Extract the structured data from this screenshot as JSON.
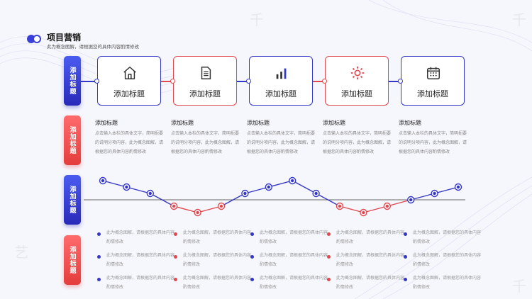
{
  "header": {
    "title": "项目营销",
    "subtitle": "此为概念图解，请根据您的具体内容酌情修改"
  },
  "row_tags": [
    "添加标题",
    "添加标题",
    "添加标题",
    "添加标题"
  ],
  "cards": [
    {
      "label": "添加标题",
      "icon": "home-icon",
      "color": "blue"
    },
    {
      "label": "添加标题",
      "icon": "document-icon",
      "color": "red"
    },
    {
      "label": "添加标题",
      "icon": "bar-chart-icon",
      "color": "blue"
    },
    {
      "label": "添加标题",
      "icon": "gear-icon",
      "color": "red"
    },
    {
      "label": "添加标题",
      "icon": "calendar-icon",
      "color": "blue"
    }
  ],
  "columns": [
    {
      "heading": "添加标题",
      "body": "点击输入本栏的具体文字，简明扼要的说明分项内容，此为概念图解，请根据您的具体内容酌情修改"
    },
    {
      "heading": "添加标题",
      "body": "点击输入本栏的具体文字，简明扼要的说明分项内容，此为概念图解，请根据您的具体内容酌情修改"
    },
    {
      "heading": "添加标题",
      "body": "点击输入本栏的具体文字，简明扼要的说明分项内容，此为概念图解，请根据您的具体内容酌情修改"
    },
    {
      "heading": "添加标题",
      "body": "点击输入本栏的具体文字，简明扼要的说明分项内容，此为概念图解，请根据您的具体内容酌情修改"
    },
    {
      "heading": "添加标题",
      "body": "点击输入本栏的具体文字，简明扼要的说明分项内容，此为概念图解，请根据您的具体内容酌情修改"
    }
  ],
  "bullets": [
    [
      "此为概念图解，请根据您的具体内容酌情修改",
      "此为概念图解，请根据您的具体内容酌情修改",
      "此为概念图解，请根据您的具体内容酌情修改"
    ],
    [
      "此为概念图解，请根据您的具体内容酌情修改",
      "此为概念图解，请根据您的具体内容酌情修改",
      "此为概念图解，请根据您的具体内容酌情修改"
    ],
    [
      "此为概念图解，请根据您的具体内容酌情修改",
      "此为概念图解，请根据您的具体内容酌情修改",
      "此为概念图解，请根据您的具体内容酌情修改"
    ],
    [
      "此为概念图解，请根据您的具体内容酌情修改",
      "此为概念图解，请根据您的具体内容酌情修改",
      "此为概念图解，请根据您的具体内容酌情修改"
    ],
    [
      "此为概念图解，请根据您的具体内容酌情修改",
      "此为概念图解，请根据您的具体内容酌情修改",
      "此为概念图解，请根据您的具体内容酌情修改"
    ]
  ],
  "colors": {
    "blue": "#3437c7",
    "red": "#e24850"
  },
  "chart_data": {
    "type": "line",
    "values": [
      3,
      2,
      1,
      -1,
      -2,
      -1,
      1,
      2,
      3,
      1,
      -1,
      -2,
      -1,
      0,
      1,
      2
    ],
    "baseline": 0
  }
}
